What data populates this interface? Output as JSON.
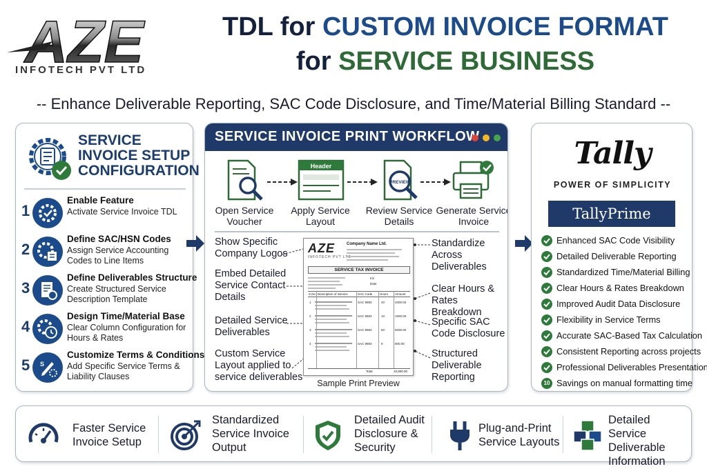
{
  "header": {
    "logo_text": "AZE",
    "logo_sub": "INFOTECH PVT LTD",
    "title_line1_a": "TDL for ",
    "title_line1_b": "CUSTOM INVOICE FORMAT",
    "title_line2_a": "for ",
    "title_line2_b": "SERVICE BUSINESS",
    "subtitle": "-- Enhance Deliverable Reporting, SAC Code Disclosure, and Time/Material Billing Standard --"
  },
  "setup": {
    "title": "SERVICE INVOICE SETUP CONFIGURATION",
    "steps": [
      {
        "num": "1",
        "title": "Enable Feature",
        "desc": "Activate Service Invoice TDL",
        "icon": "gear-check-icon"
      },
      {
        "num": "2",
        "title": "Define SAC/HSN Codes",
        "desc": "Assign Service Accounting Codes to Line Items",
        "icon": "gear-list-icon"
      },
      {
        "num": "3",
        "title": "Define Deliverables Structure",
        "desc": "Create Structured Service Description Template",
        "icon": "document-icon"
      },
      {
        "num": "4",
        "title": "Design Time/Material Base",
        "desc": "Clear Column Configuration for Hours & Rates",
        "icon": "clock-gear-icon"
      },
      {
        "num": "5",
        "title": "Customize Terms & Conditions",
        "desc": "Add Specific Service Terms & Liability Clauses",
        "icon": "pen-icon"
      }
    ]
  },
  "workflow": {
    "title": "SERVICE INVOICE PRINT WORKFLOW",
    "window_dots": [
      "#e0453a",
      "#f2b824",
      "#46a548"
    ],
    "steps": [
      {
        "label": "Open Service Voucher",
        "icon": "document-search-icon"
      },
      {
        "label": "Apply Service Layout",
        "icon": "layout-header-icon",
        "tag": "Header"
      },
      {
        "label": "Review Service Details",
        "icon": "preview-icon",
        "tag": "PREVIEW"
      },
      {
        "label": "Generate Service Invoice",
        "icon": "printer-check-icon"
      }
    ],
    "left_notes": [
      "Show Specific Company Logos",
      "Embed Detailed Service Contact Details",
      "Detailed Service Deliverables",
      "Custom Service Layout applied to service deliverables"
    ],
    "right_notes": [
      "Standardize Across Deliverables",
      "Clear Hours & Rates Breakdown",
      "Specific SAC Code Disclosure",
      "Structured Deliverable Reporting"
    ],
    "preview": {
      "caption": "Sample Print Preview",
      "logo": "AZE",
      "logo_sub": "INFOTECH PVT LTD",
      "company": "Company Name Ltd.",
      "doc_title": "SERVICE TAX INVOICE",
      "invoice_label": "Inv",
      "date_label": "Date",
      "col_no": "S.No",
      "col_desc": "Description of Service",
      "col_sac": "SAC Code",
      "col_hours": "Hours",
      "col_amount": "Amount",
      "rows": [
        {
          "no": "1",
          "sac": "SAC 9983",
          "hours": "40",
          "amount": "4000.00"
        },
        {
          "no": "2",
          "sac": "SAC 9983",
          "hours": "10",
          "amount": "1000.00"
        },
        {
          "no": "3",
          "sac": "SAC 9983",
          "hours": "50",
          "amount": "5000.00"
        },
        {
          "no": "4",
          "sac": "SAC 9983",
          "hours": "8",
          "amount": "800.00"
        }
      ],
      "total_label": "Total",
      "total_value": "10,800.00"
    }
  },
  "tally": {
    "logo": "Tally",
    "tagline": "POWER OF SIMPLICITY",
    "product": "TallyPrime",
    "features": [
      "Enhanced SAC Code Visibility",
      "Detailed Deliverable Reporting",
      "Standardized Time/Material Billing",
      "Clear Hours & Rates Breakdown",
      "Improved Audit Data Disclosure",
      "Flexibility in Service Terms",
      "Accurate SAC-Based Tax Calculation",
      "Consistent Reporting across projects",
      "Professional Deliverables Presentation",
      "Savings on manual formatting time"
    ],
    "last_badge": "10"
  },
  "benefits": [
    {
      "text": "Faster Service Invoice Setup",
      "icon": "speedometer-icon"
    },
    {
      "text": "Standardized Service Invoice Output",
      "icon": "target-icon"
    },
    {
      "text": "Detailed Audit Disclosure & Security",
      "icon": "shield-check-icon"
    },
    {
      "text": "Plug-and-Print Service Layouts",
      "icon": "plug-icon"
    },
    {
      "text": "Detailed Service Deliverable Information",
      "icon": "cubes-icon"
    }
  ],
  "colors": {
    "navy": "#1f3a68",
    "blue": "#1b4b8a",
    "green": "#2d6a36",
    "check_green": "#2d7a3a"
  }
}
